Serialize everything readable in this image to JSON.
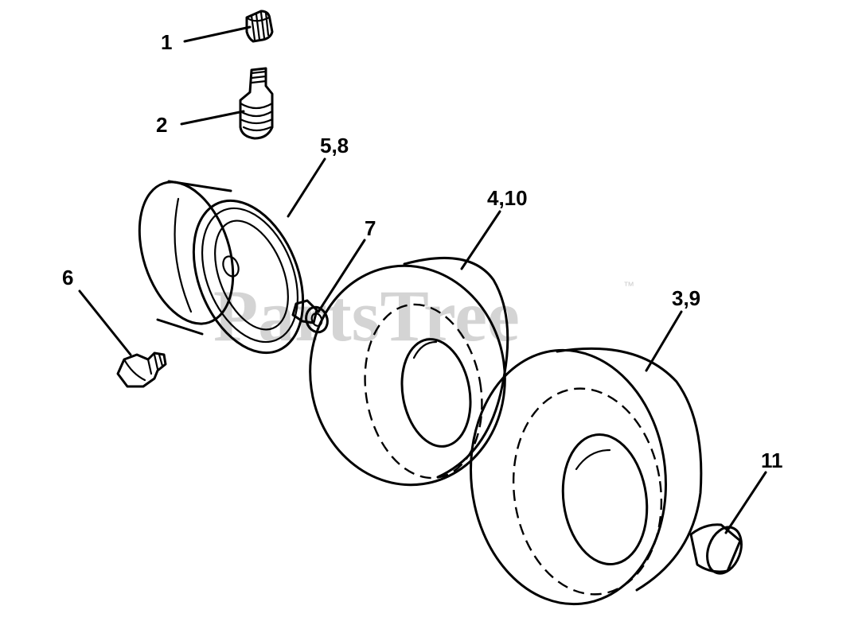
{
  "callouts": {
    "c1": "1",
    "c2": "2",
    "c58": "5,8",
    "c410": "4,10",
    "c7": "7",
    "c6": "6",
    "c39": "3,9",
    "c11": "11"
  },
  "watermark": {
    "text": "PartsTree",
    "trademark": "™"
  }
}
